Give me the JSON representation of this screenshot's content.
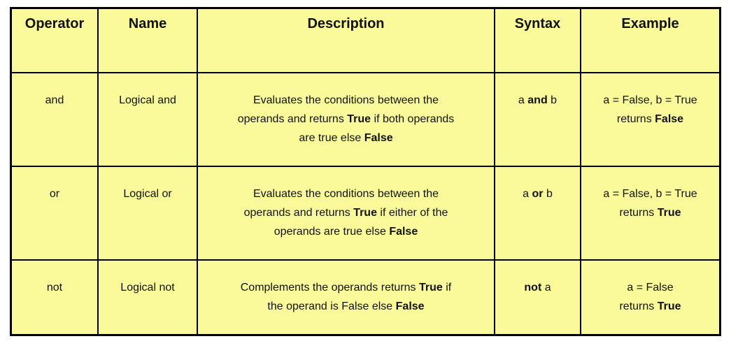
{
  "colors": {
    "page_bg": "#FFFFFF",
    "cell_bg": "#FAFA9B",
    "border": "#000000",
    "text": "#111111"
  },
  "table": {
    "headers": [
      "Operator",
      "Name",
      "Description",
      "Syntax",
      "Example"
    ],
    "rows": [
      {
        "operator": "and",
        "name": "Logical and",
        "description": [
          {
            "t": "Evaluates the conditions between the"
          },
          {
            "br": true
          },
          {
            "t": "operands and returns "
          },
          {
            "t": "True",
            "b": true
          },
          {
            "t": " if both operands"
          },
          {
            "br": true
          },
          {
            "t": "are true else "
          },
          {
            "t": "False",
            "b": true
          }
        ],
        "syntax": [
          {
            "t": "a "
          },
          {
            "t": "and",
            "b": true
          },
          {
            "t": " b"
          }
        ],
        "example": [
          {
            "t": "a = False, b = True"
          },
          {
            "br": true
          },
          {
            "t": "returns "
          },
          {
            "t": "False",
            "b": true
          }
        ]
      },
      {
        "operator": "or",
        "name": "Logical or",
        "description": [
          {
            "t": "Evaluates the conditions between the"
          },
          {
            "br": true
          },
          {
            "t": "operands and returns "
          },
          {
            "t": "True",
            "b": true
          },
          {
            "t": " if either of the"
          },
          {
            "br": true
          },
          {
            "t": "operands are true else "
          },
          {
            "t": "False",
            "b": true
          }
        ],
        "syntax": [
          {
            "t": "a "
          },
          {
            "t": "or",
            "b": true
          },
          {
            "t": " b"
          }
        ],
        "example": [
          {
            "t": "a = False, b = True"
          },
          {
            "br": true
          },
          {
            "t": "returns "
          },
          {
            "t": "True",
            "b": true
          }
        ]
      },
      {
        "operator": "not",
        "name": "Logical not",
        "description": [
          {
            "t": "Complements the operands returns "
          },
          {
            "t": "True",
            "b": true
          },
          {
            "t": " if"
          },
          {
            "br": true
          },
          {
            "t": "the operand is False else "
          },
          {
            "t": "False",
            "b": true
          }
        ],
        "syntax": [
          {
            "t": "not",
            "b": true
          },
          {
            "t": " a"
          }
        ],
        "example": [
          {
            "t": "a = False"
          },
          {
            "br": true
          },
          {
            "t": "returns "
          },
          {
            "t": "True",
            "b": true
          }
        ]
      }
    ]
  }
}
